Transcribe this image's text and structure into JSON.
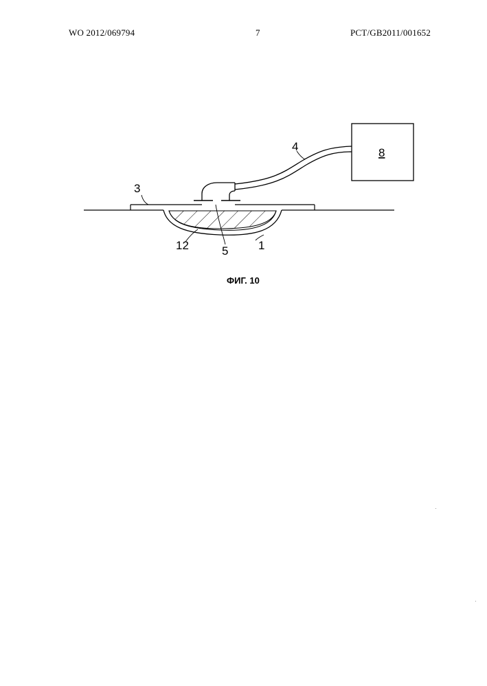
{
  "header": {
    "publication_number": "WO 2012/069794",
    "page_number": "7",
    "application_number": "PCT/GB2011/001652"
  },
  "figure": {
    "caption": "ФИГ. 10",
    "labels": {
      "drape": "3",
      "tube": "4",
      "pump": "8",
      "filler": "12",
      "port": "5",
      "cavity": "1"
    }
  }
}
